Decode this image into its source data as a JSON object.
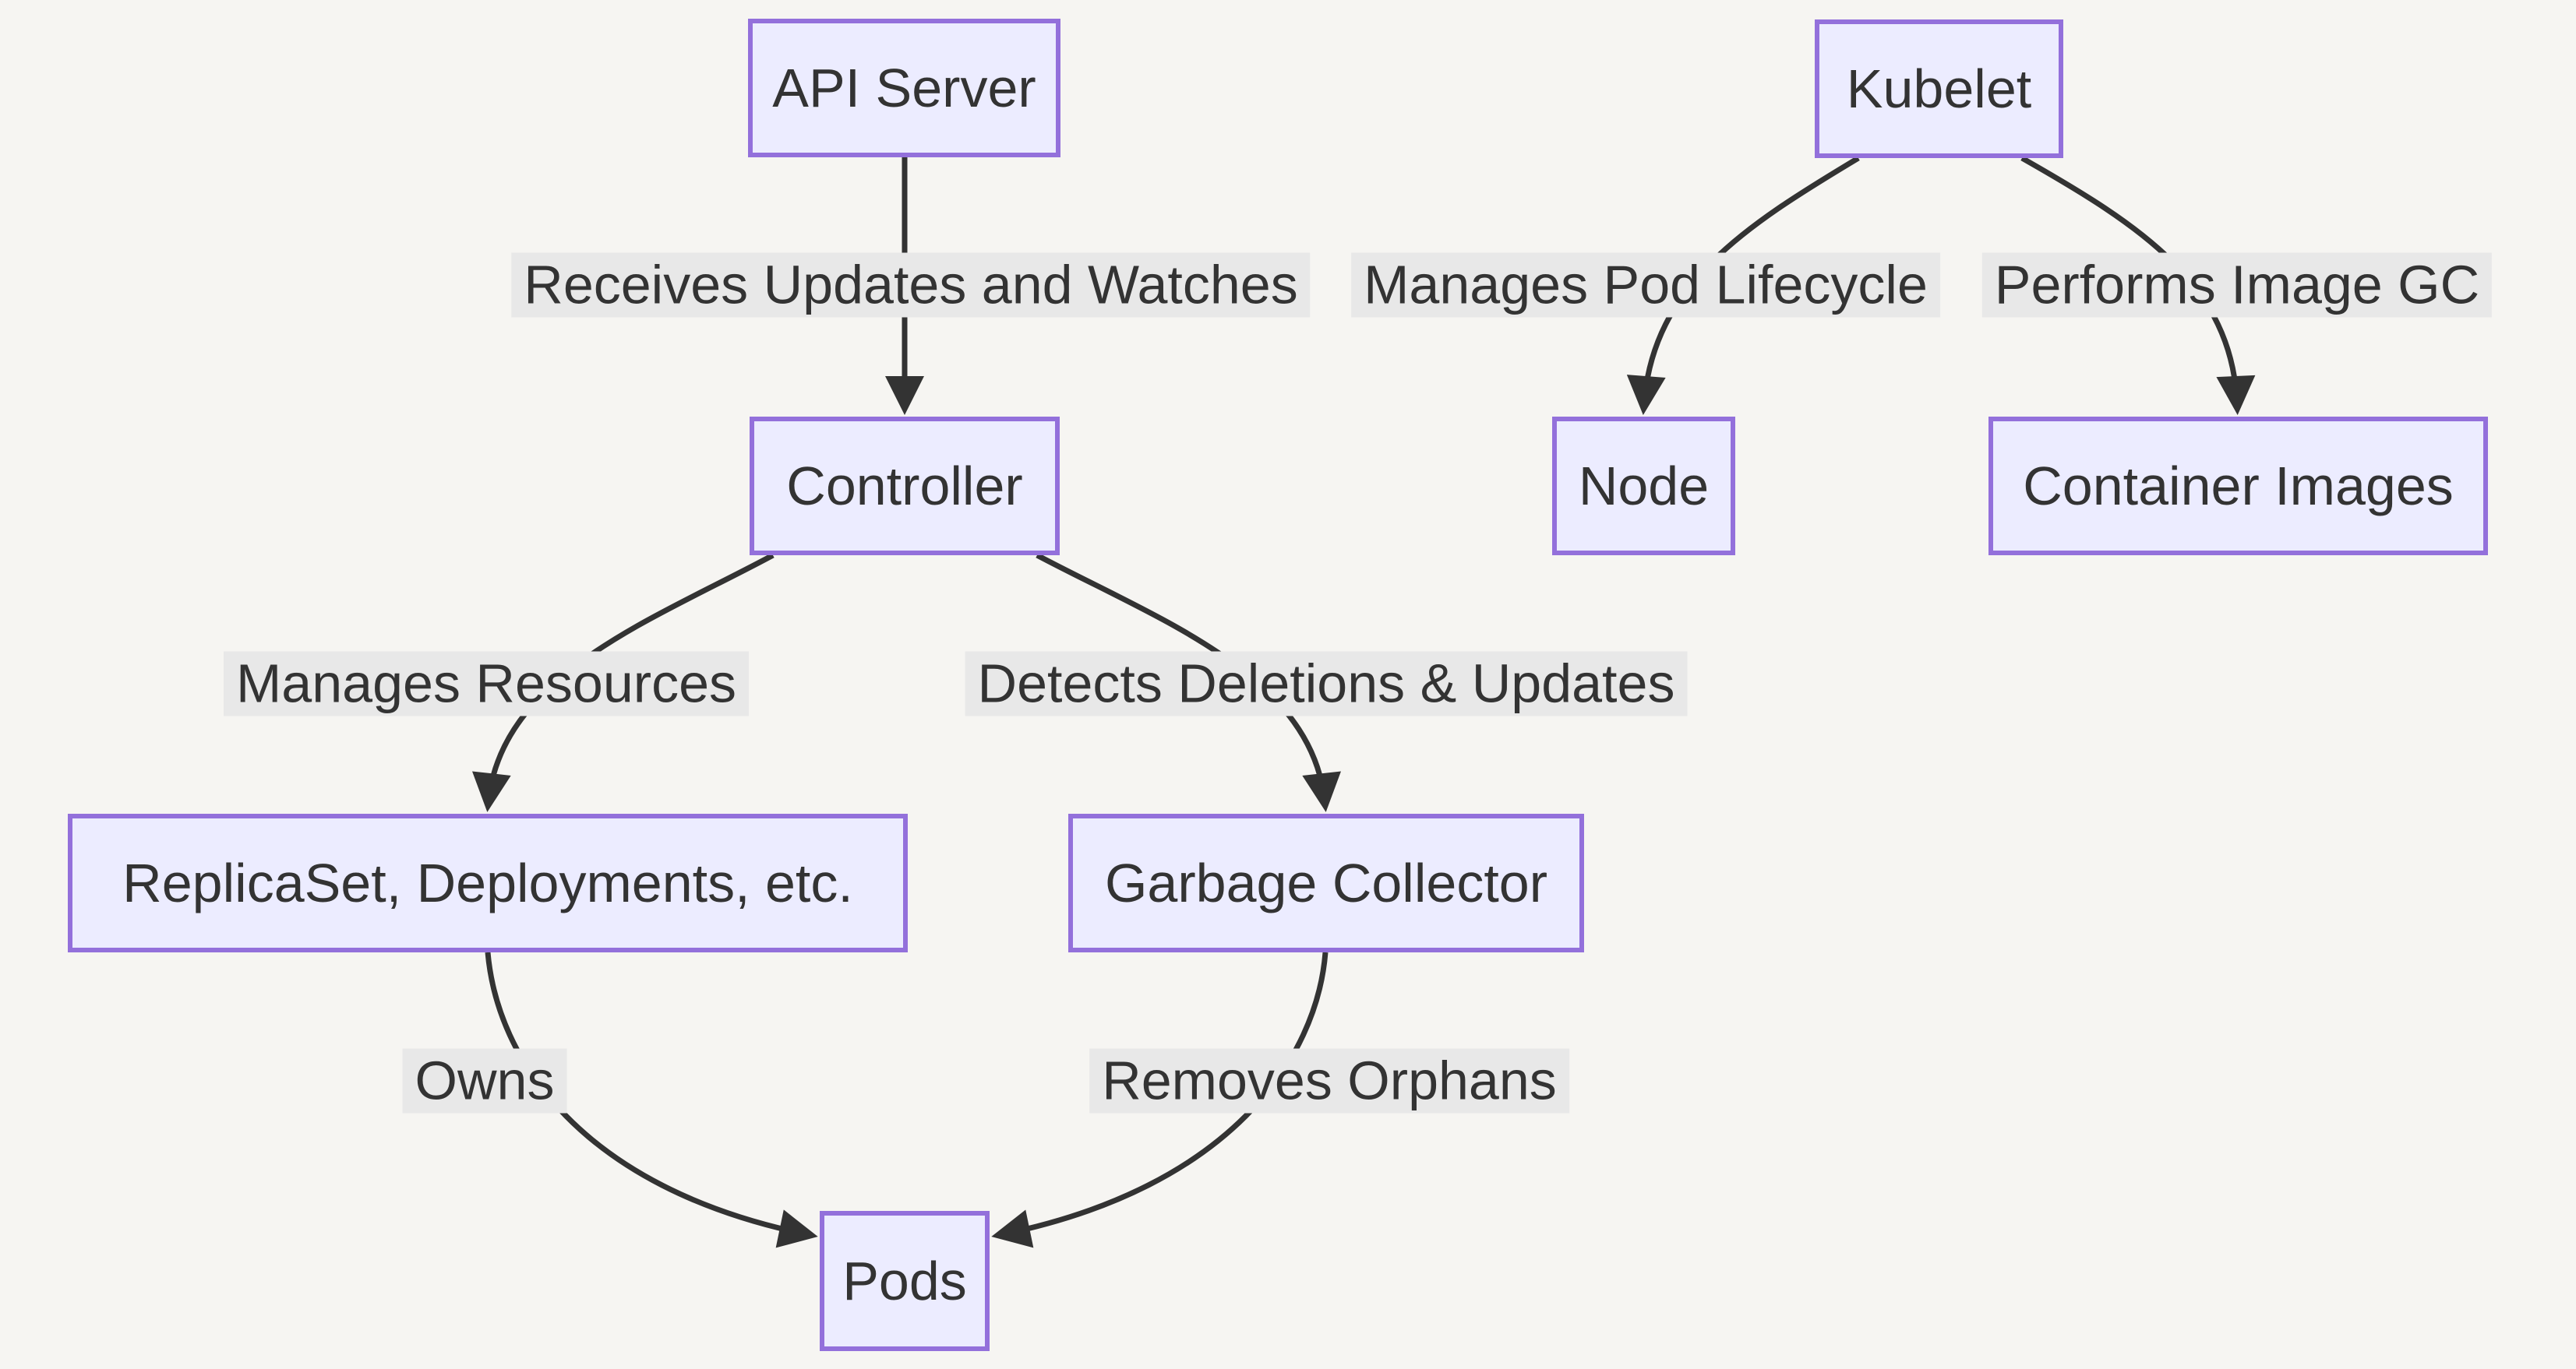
{
  "diagram": {
    "type": "flowchart",
    "direction": "top-down",
    "nodes": {
      "api_server": {
        "label": "API Server"
      },
      "controller": {
        "label": "Controller"
      },
      "replicaset": {
        "label": "ReplicaSet, Deployments, etc."
      },
      "garbage_collector": {
        "label": "Garbage Collector"
      },
      "pods": {
        "label": "Pods"
      },
      "kubelet": {
        "label": "Kubelet"
      },
      "node": {
        "label": "Node"
      },
      "container_images": {
        "label": "Container Images"
      }
    },
    "edges": {
      "receives_updates": {
        "from": "api_server",
        "to": "controller",
        "label": "Receives Updates and Watches"
      },
      "manages_resources": {
        "from": "controller",
        "to": "replicaset",
        "label": "Manages Resources"
      },
      "detects_deletions": {
        "from": "controller",
        "to": "garbage_collector",
        "label": "Detects Deletions & Updates"
      },
      "owns": {
        "from": "replicaset",
        "to": "pods",
        "label": "Owns"
      },
      "removes_orphans": {
        "from": "garbage_collector",
        "to": "pods",
        "label": "Removes Orphans"
      },
      "manages_pod_lifecycle": {
        "from": "kubelet",
        "to": "node",
        "label": "Manages Pod Lifecycle"
      },
      "performs_image_gc": {
        "from": "kubelet",
        "to": "container_images",
        "label": "Performs Image GC"
      }
    }
  },
  "colors": {
    "background": "#f6f5f2",
    "node_fill": "#ececff",
    "node_border": "#9370db",
    "edge": "#333333",
    "edge_label_bg": "#e8e8e8",
    "text": "#333333"
  }
}
